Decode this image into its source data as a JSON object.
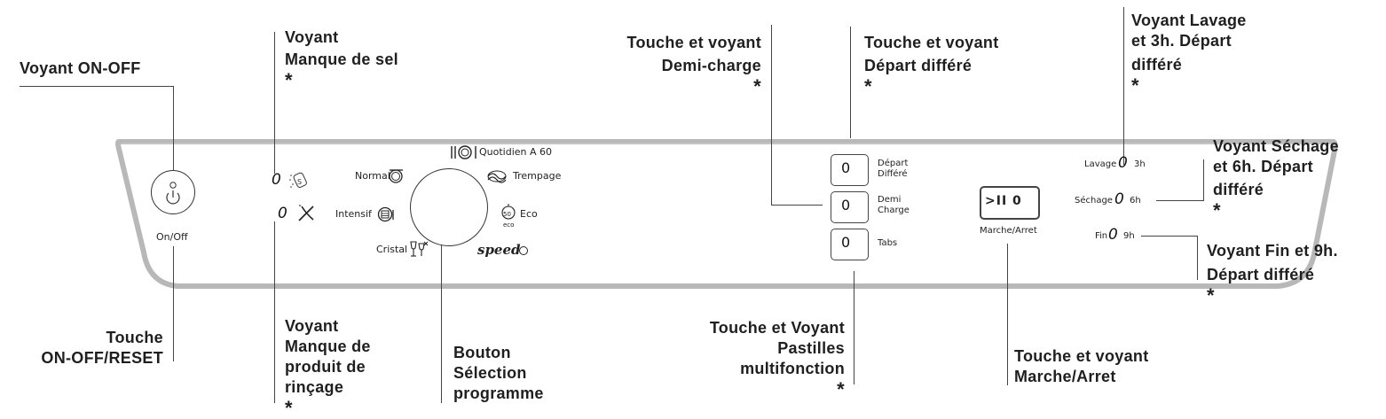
{
  "callouts": {
    "onoff_led": {
      "lines": [
        "Voyant ON-OFF"
      ]
    },
    "onoff_key": {
      "lines": [
        "Touche",
        "ON-OFF/RESET"
      ]
    },
    "salt": {
      "lines": [
        "Voyant",
        "Manque de sel"
      ],
      "star": "*"
    },
    "rinse": {
      "lines": [
        "Voyant",
        "Manque de",
        "produit de",
        "rinçage"
      ],
      "star": "*"
    },
    "prog": {
      "lines": [
        "Bouton",
        "Sélection",
        "programme"
      ]
    },
    "half": {
      "lines": [
        "Touche et voyant",
        "Demi-charge"
      ],
      "star": "*"
    },
    "delay": {
      "lines": [
        "Touche et voyant",
        "Départ différé"
      ],
      "star": "*"
    },
    "tabs": {
      "lines": [
        "Touche et Voyant",
        "Pastilles",
        "multifonction"
      ],
      "star": "*"
    },
    "start": {
      "lines": [
        "Touche et voyant",
        "Marche/Arret"
      ]
    },
    "wash": {
      "lines": [
        "Voyant Lavage",
        "et 3h. Départ",
        "différé"
      ],
      "star": "*"
    },
    "dry": {
      "lines": [
        "Voyant Séchage",
        "et 6h. Départ",
        "différé"
      ],
      "star": "*"
    },
    "end": {
      "lines": [
        "Voyant Fin et 9h.",
        "Départ différé"
      ],
      "star": "*"
    }
  },
  "panel": {
    "onoff_label": "On/Off",
    "programs": {
      "quotidien": "Quotidien A 60",
      "normal": "Normal",
      "trempage": "Trempage",
      "intensif": "Intensif",
      "eco": "Eco",
      "eco_small": "eco",
      "eco_num": "50",
      "cristal": "Cristal",
      "speed": "speed"
    },
    "buttons": {
      "depart": [
        "Départ",
        "Différé"
      ],
      "demi": [
        "Demi",
        "Charge"
      ],
      "tabs": "Tabs"
    },
    "start_label": "Marche/Arret",
    "start_display": ">II 0",
    "phases": {
      "lavage": "Lavage",
      "h3": "3h",
      "sechage": "Séchage",
      "h6": "6h",
      "fin": "Fin",
      "h9": "9h"
    },
    "digit": "0"
  }
}
